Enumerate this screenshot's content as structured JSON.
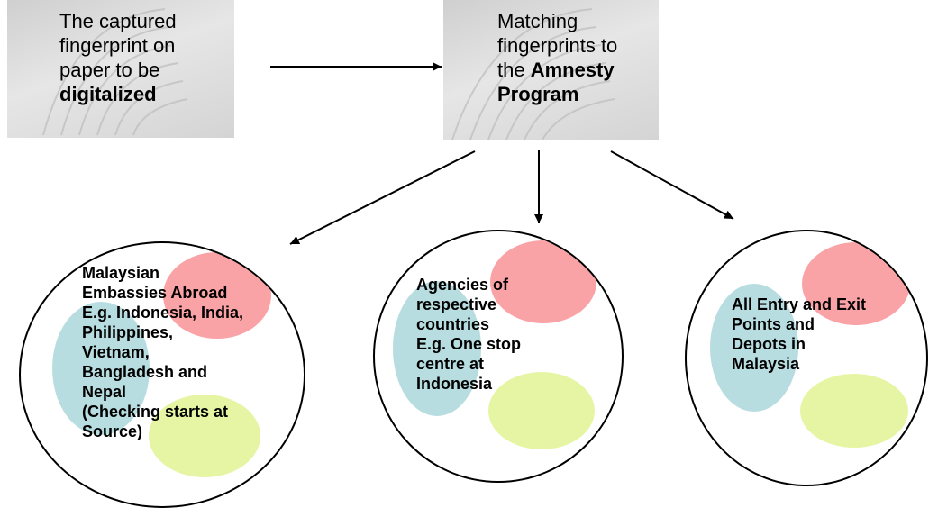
{
  "box_left": {
    "line1": "The captured",
    "line2": "fingerprint on",
    "line3": "paper to be",
    "line4": "digitalized"
  },
  "box_right": {
    "line1": "Matching",
    "line2": "fingerprints to",
    "line3_prefix": "the ",
    "line3_bold": "Amnesty",
    "line4": "Program"
  },
  "circle_left": {
    "lines": [
      "Malaysian",
      "Embassies Abroad",
      "E.g. Indonesia, India,",
      "Philippines,",
      "Vietnam,",
      "Bangladesh and",
      "Nepal",
      "(Checking starts at",
      "Source)"
    ]
  },
  "circle_middle": {
    "lines": [
      "Agencies of",
      "respective",
      "countries",
      "E.g. One stop",
      "centre at",
      "Indonesia"
    ]
  },
  "circle_right": {
    "lines": [
      "All Entry and Exit",
      "Points and",
      "Depots in",
      "Malaysia"
    ]
  },
  "colors": {
    "pink": "#f9a3a6",
    "teal": "#b7dde0",
    "lime": "#e6f5a4",
    "box_gray": "#d9d9d9"
  }
}
